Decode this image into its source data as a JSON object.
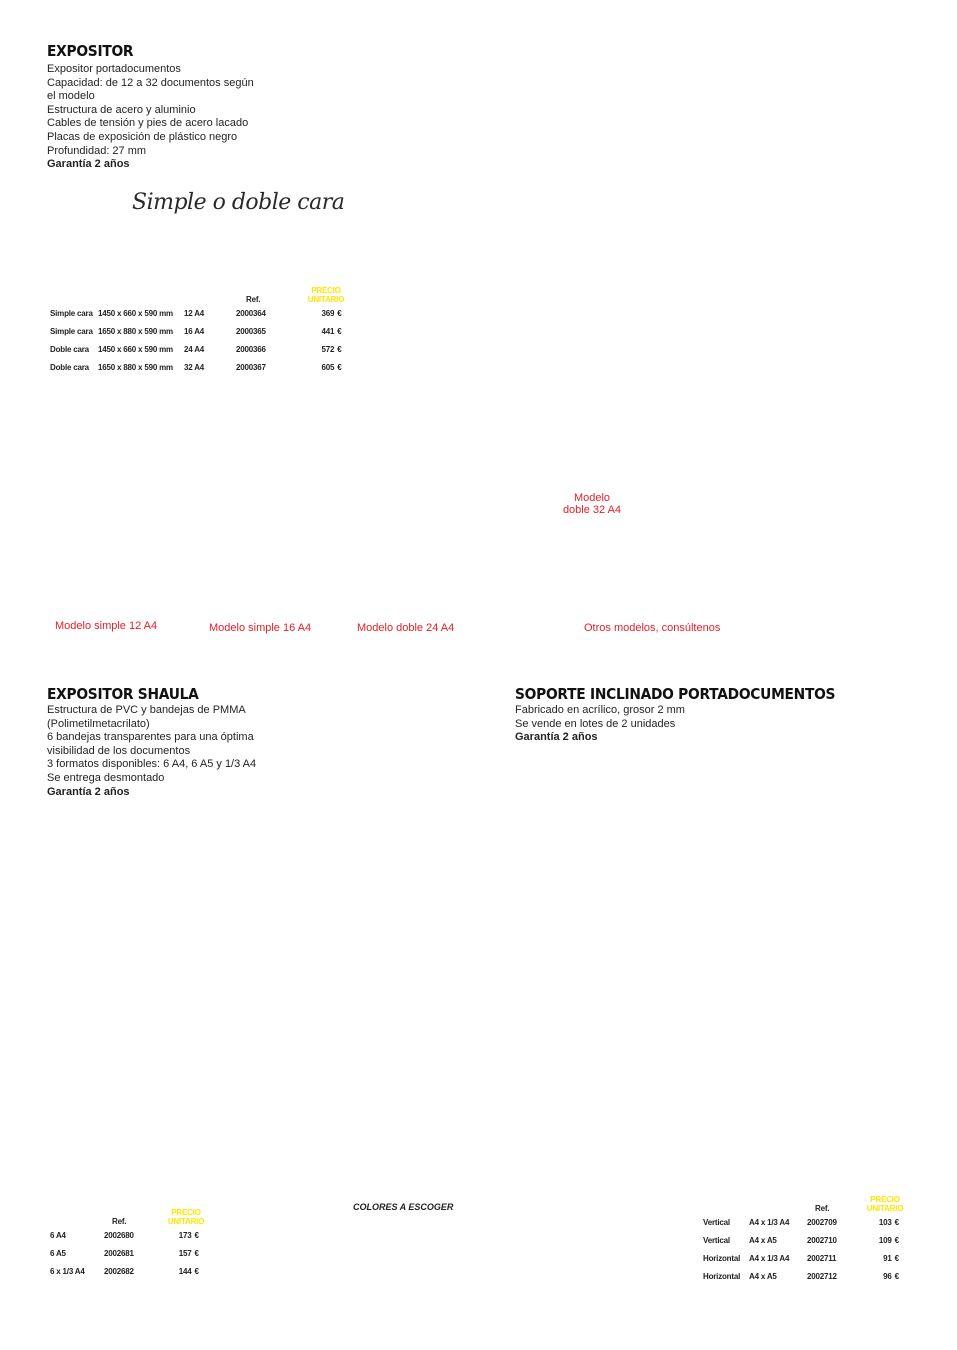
{
  "expositor": {
    "title": "EXPOSITOR",
    "lines": [
      "Expositor portadocumentos",
      "Capacidad: de 12 a 32 documentos según",
      "el modelo",
      "Estructura de acero y aluminio",
      "Cables de tensión y pies de acero lacado",
      "Placas de exposición de plástico negro",
      "Profundidad: 27 mm"
    ],
    "guarantee": "Garantía 2 años",
    "script_label": "Simple o doble cara",
    "table": {
      "headers": {
        "ref": "Ref.",
        "precio": "PRECIO",
        "unitario": "UNITARIO"
      },
      "currency": "€",
      "rows": [
        {
          "tipo": "Simple cara",
          "medidas": "1450 x 660 x 590 mm",
          "capacidad": "12 A4",
          "ref": "2000364",
          "precio": "369"
        },
        {
          "tipo": "Simple cara",
          "medidas": "1650 x 880 x 590 mm",
          "capacidad": "16 A4",
          "ref": "2000365",
          "precio": "441"
        },
        {
          "tipo": "Doble cara",
          "medidas": "1450 x 660 x 590 mm",
          "capacidad": "24 A4",
          "ref": "2000366",
          "precio": "572"
        },
        {
          "tipo": "Doble cara",
          "medidas": "1650 x 880 x 590 mm",
          "capacidad": "32 A4",
          "ref": "2000367",
          "precio": "605"
        }
      ]
    },
    "captions": {
      "doble32_line1": "Modelo",
      "doble32_line2": "doble 32 A4",
      "simple12": "Modelo simple 12 A4",
      "simple16": "Modelo simple 16 A4",
      "doble24": "Modelo doble 24 A4",
      "otros": "Otros modelos, consúltenos"
    }
  },
  "shaula": {
    "title": "EXPOSITOR SHAULA",
    "lines": [
      "Estructura de PVC y bandejas de PMMA",
      "(Polimetilmetacrilato)",
      "6 bandejas transparentes para una óptima",
      "visibilidad de los documentos",
      "3 formatos disponibles: 6 A4, 6 A5 y 1/3 A4",
      "Se entrega desmontado"
    ],
    "guarantee": "Garantía 2 años",
    "table": {
      "headers": {
        "ref": "Ref.",
        "precio": "PRECIO",
        "unitario": "UNITARIO"
      },
      "currency": "€",
      "rows": [
        {
          "formato": "6 A4",
          "ref": "2002680",
          "precio": "173"
        },
        {
          "formato": "6 A5",
          "ref": "2002681",
          "precio": "157"
        },
        {
          "formato": "6 x 1/3 A4",
          "ref": "2002682",
          "precio": "144"
        }
      ]
    },
    "colores": "COLORES A ESCOGER"
  },
  "soporte": {
    "title": "SOPORTE INCLINADO PORTADOCUMENTOS",
    "lines": [
      "Fabricado en acrílico, grosor 2 mm",
      "Se vende en lotes de 2 unidades"
    ],
    "guarantee": "Garantía 2 años",
    "table": {
      "headers": {
        "ref": "Ref.",
        "precio": "PRECIO",
        "unitario": "UNITARIO"
      },
      "currency": "€",
      "rows": [
        {
          "orientacion": "Vertical",
          "formato": "A4 x 1/3 A4",
          "ref": "2002709",
          "precio": "103"
        },
        {
          "orientacion": "Vertical",
          "formato": "A4 x A5",
          "ref": "2002710",
          "precio": "109"
        },
        {
          "orientacion": "Horizontal",
          "formato": "A4 x 1/3 A4",
          "ref": "2002711",
          "precio": "91"
        },
        {
          "orientacion": "Horizontal",
          "formato": "A4 x A5",
          "ref": "2002712",
          "precio": "96"
        }
      ]
    }
  }
}
